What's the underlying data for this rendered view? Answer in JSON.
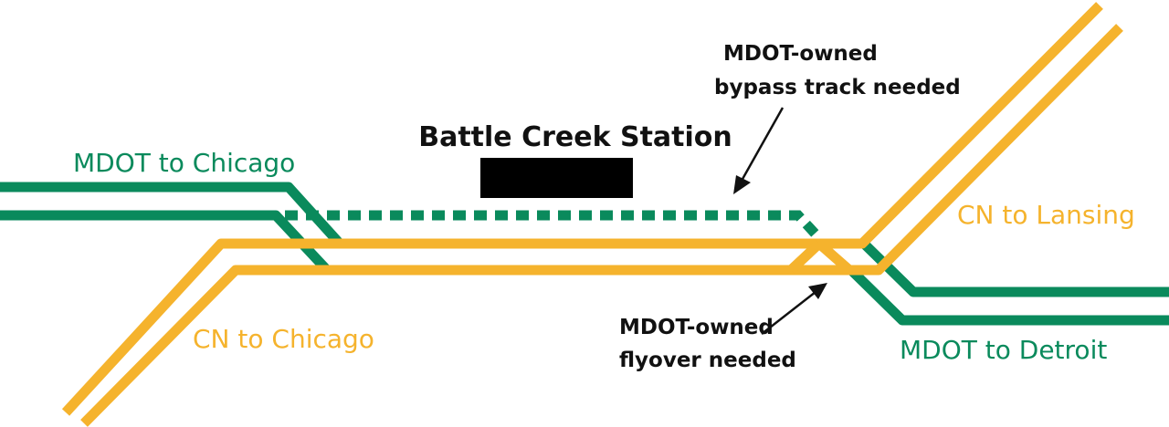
{
  "colors": {
    "mdot": "#0a8a5c",
    "cn": "#f5b32d",
    "station": "#000000",
    "text": "#111111"
  },
  "station": {
    "title": "Battle Creek Station"
  },
  "labels": {
    "mdot_chicago": "MDOT to Chicago",
    "mdot_detroit": "MDOT to Detroit",
    "cn_chicago": "CN to Chicago",
    "cn_lansing": "CN to Lansing"
  },
  "annotations": {
    "bypass": {
      "line1": "MDOT-owned",
      "line2": "bypass track needed"
    },
    "flyover": {
      "line1": "MDOT-owned",
      "line2": "flyover needed"
    }
  }
}
